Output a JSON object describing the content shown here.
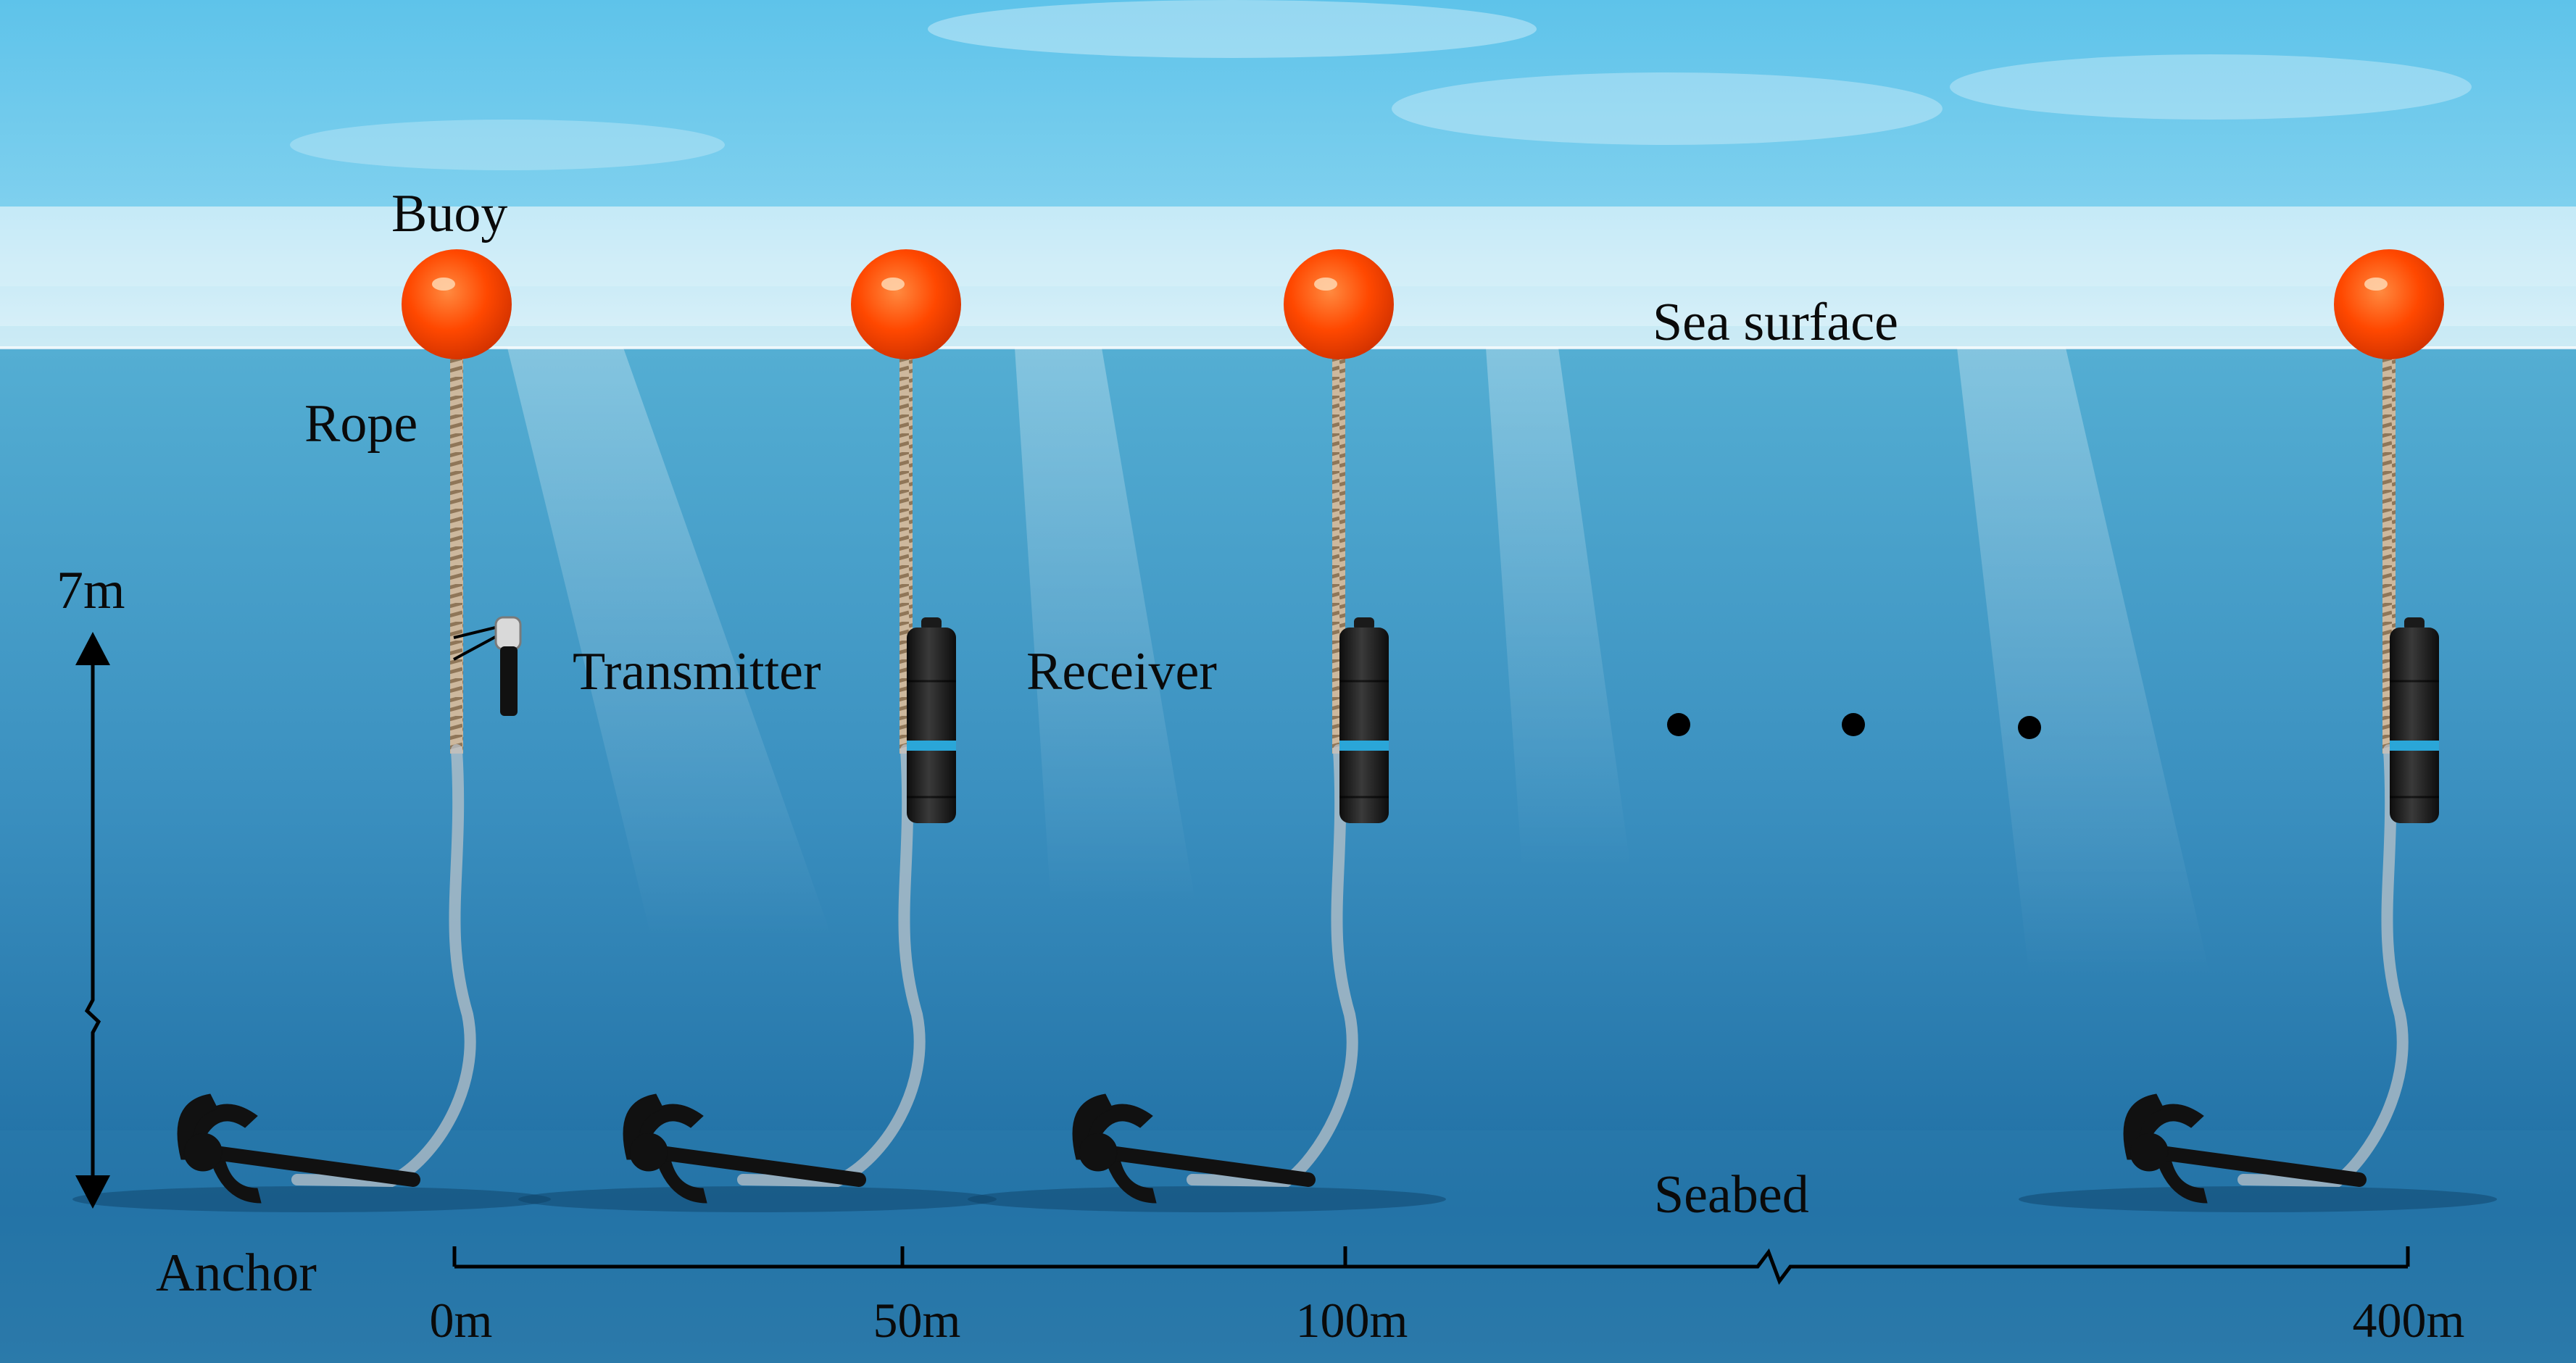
{
  "labels": {
    "buoy": "Buoy",
    "rope": "Rope",
    "transmitter": "Transmitter",
    "receiver": "Receiver",
    "sea_surface": "Sea surface",
    "seabed": "Seabed",
    "anchor": "Anchor",
    "depth": "7m"
  },
  "distance_ticks": [
    "0m",
    "50m",
    "100m",
    "400m"
  ],
  "colors": {
    "sky_top": "#5fc0e6",
    "water_top": "#4aa6cf",
    "water_bottom": "#1a6a9e",
    "buoy": "#ff4a00",
    "rope": "#c9b396",
    "device": "#1c1c1c",
    "anchor": "#111111"
  }
}
